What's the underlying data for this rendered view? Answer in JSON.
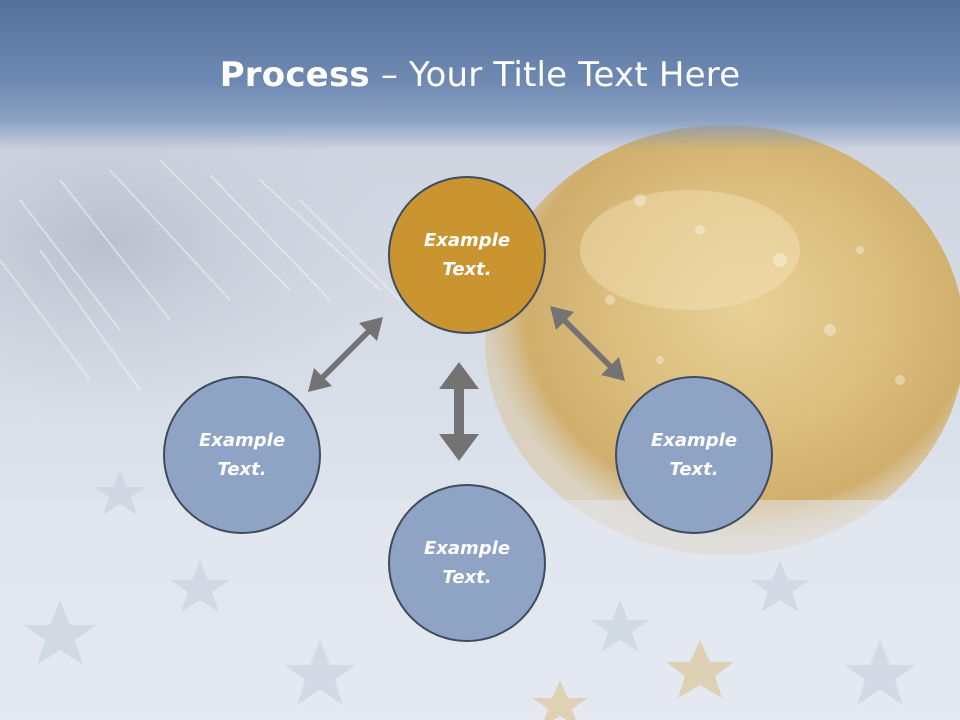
{
  "title": {
    "bold": "Process",
    "rest": " – Your Title Text Here"
  },
  "nodes": {
    "top": {
      "line1": "Example",
      "line2": "Text."
    },
    "left": {
      "line1": "Example",
      "line2": "Text."
    },
    "right": {
      "line1": "Example",
      "line2": "Text."
    },
    "bottom": {
      "line1": "Example",
      "line2": "Text."
    }
  },
  "colors": {
    "title_band": "#54709a",
    "accent_node": "#ca9531",
    "node": "#8fa3c4",
    "arrow": "#737373",
    "node_border": "#3f4b5e"
  },
  "icons": [
    "double-arrow-icon"
  ]
}
